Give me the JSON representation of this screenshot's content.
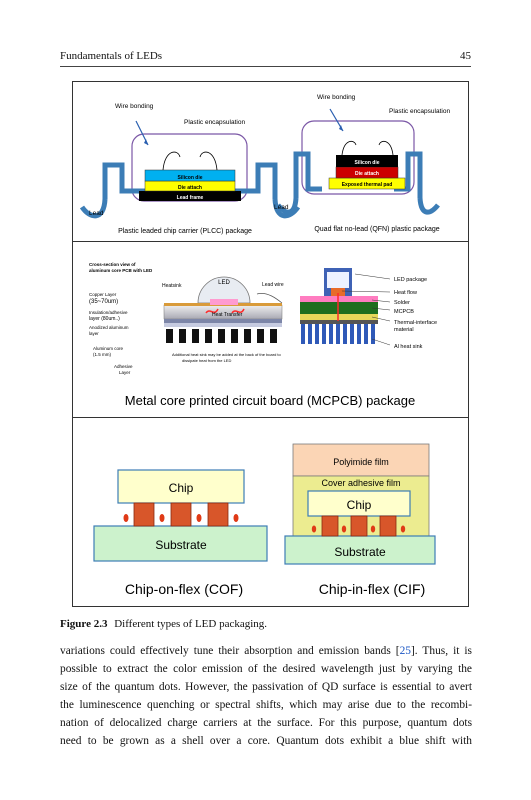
{
  "header": {
    "title": "Fundamentals of LEDs",
    "page_number": "45"
  },
  "figure": {
    "panel1": {
      "plcc": {
        "wire_bonding": "Wire bonding",
        "encapsulation": "Plastic encapsulation",
        "silicon_die": "Silicon die",
        "die_attach": "Die attach",
        "lead_frame": "Lead frame",
        "lead": "Lead",
        "caption": "Plastic leaded chip carrier (PLCC) package"
      },
      "qfn": {
        "wire_bonding": "Wire bonding",
        "encapsulation": "Plastic encapsulation",
        "silicon_die": "Silicon die",
        "die_attach": "Die attach",
        "thermal_pad": "Exposed thermal pad",
        "lead": "Lead",
        "caption": "Quad flat no-lead (QFN) plastic package"
      }
    },
    "panel2": {
      "cross_section_1": "Cross-section view of",
      "cross_section_2": "aluminum core PCB with LED",
      "heatsink": "Heatsink",
      "led": "LED",
      "lead_wire": "Lead wire",
      "copper_1": "Copper Layer",
      "copper_2": "(35~70um)",
      "insulation_1": "Insulation/adhesive",
      "insulation_2": "layer (80um..)",
      "anodized_1": "Anodized aluminum",
      "anodized_2": "layer",
      "heat_transfer": "Heat Transfer",
      "core_1": "Aluminum core",
      "core_2": "(1.5 mm)",
      "adhesive_1": "Adhesive",
      "adhesive_2": "Layer",
      "note_1": "Additional heat sink may be added at the back of the board to",
      "note_2": "dissipate heat from the LED",
      "legend": [
        "LED package",
        "Heat flow",
        "Solder",
        "MCPCB",
        "Thermal-interface",
        "material",
        "Al heat sink"
      ],
      "title": "Metal core printed circuit board (MCPCB) package"
    },
    "panel3": {
      "cof": {
        "chip": "Chip",
        "substrate": "Substrate",
        "caption": "Chip-on-flex (COF)"
      },
      "cif": {
        "polyimide": "Polyimide film",
        "cover": "Cover adhesive film",
        "chip": "Chip",
        "substrate": "Substrate",
        "caption": "Chip-in-flex (CIF)"
      }
    }
  },
  "caption": {
    "label": "Figure 2.3",
    "text": "Different types of LED packaging."
  },
  "body": {
    "lines": [
      "variations could effectively tune their absorption and emission bands [",
      "possible to extract the color emission of the desired wavelength just by varying the",
      "size of the quantum dots. However, the passivation of QD surface is essential to avert",
      "the luminescence quenching or spectral shifts, which may arise due to the recombi-",
      "nation of delocalized charge carriers at the surface. For this purpose, quantum dots",
      "need to be grown as a shell over a core. Quantum dots exhibit a blue shift with"
    ],
    "ref": "25",
    "line1_tail": "]. Thus, it is"
  },
  "colors": {
    "accent_blue": "#1a55c4",
    "lead_blue": "#3c7db6",
    "silicon_die": "#00b0f0",
    "die_attach": "#ffff00",
    "chip_fill": "#ffffcc",
    "substrate_fill": "#ccf2cc",
    "polyimide_fill": "#fbd5b5",
    "bump_red": "#e03a16"
  }
}
